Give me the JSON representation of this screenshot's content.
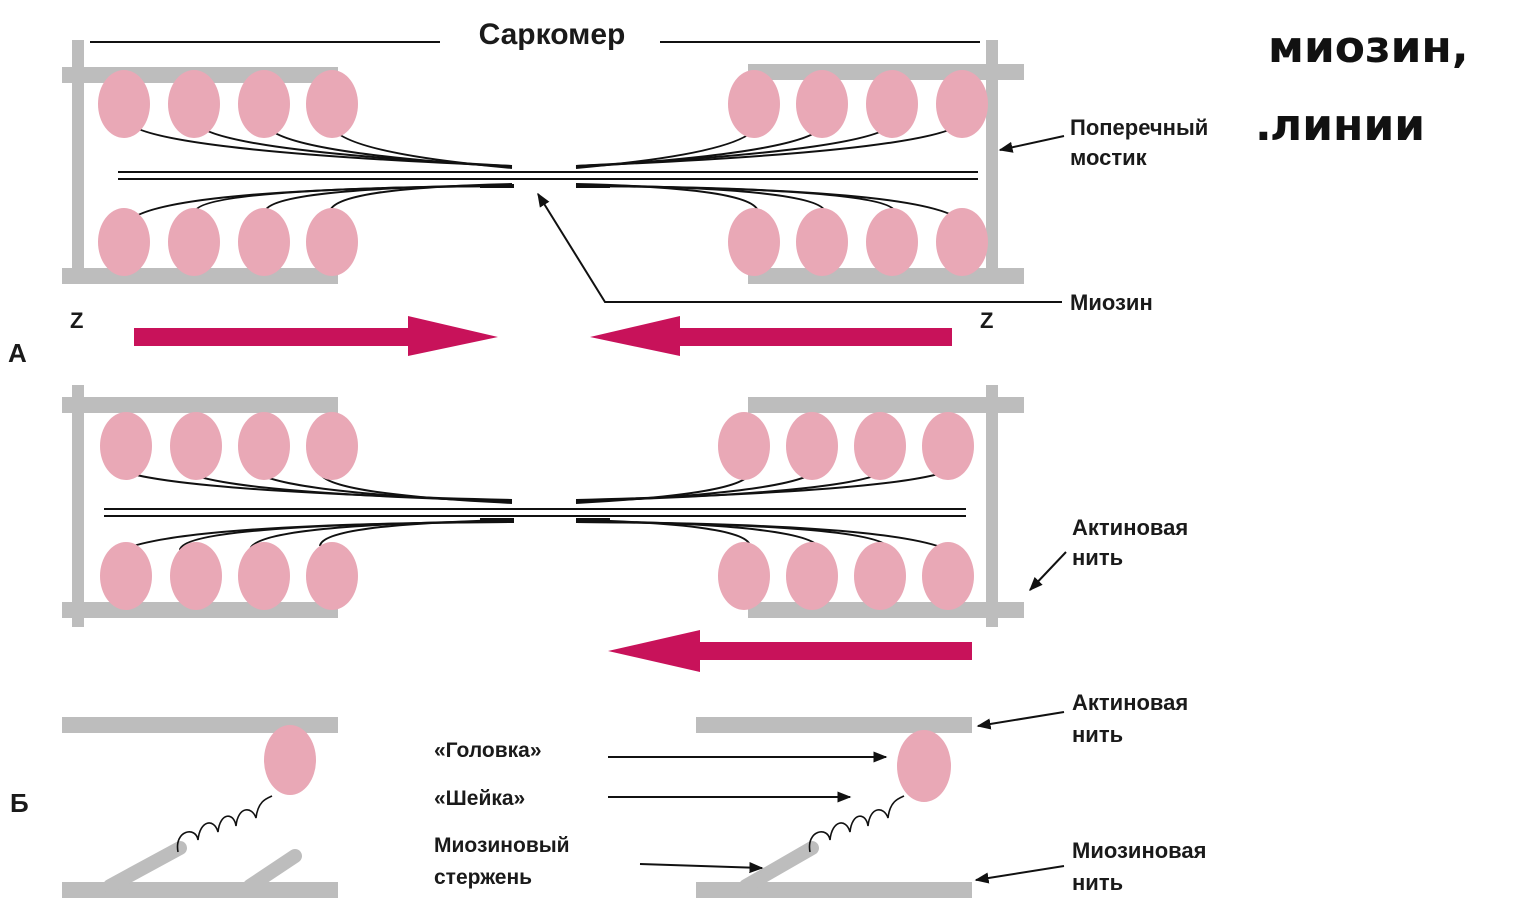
{
  "overlay_text": {
    "line1": "миозин,",
    "line2": "линии"
  },
  "labels": {
    "sarcomere": "Саркомер",
    "cross_bridge_line1": "Поперечный",
    "cross_bridge_line2": "мостик",
    "myosin": "Миозин",
    "z_left": "Z",
    "z_right": "Z",
    "panel_a": "А",
    "actin_line1": "Актиновая",
    "actin_line2": "нить",
    "actin_b_line1": "Актиновая",
    "actin_b_line2": "нить",
    "head": "«Головка»",
    "neck": "«Шейка»",
    "rod_line1": "Миозиновый",
    "rod_line2": "стержень",
    "myosin_filament_line1": "Миозиновая",
    "myosin_filament_line2": "нить",
    "panel_b": "Б"
  },
  "colors": {
    "head_fill": "#e9a8b6",
    "head_stroke": "#c98a98",
    "filament_gray": "#bdbdbd",
    "arrow": "#c8125a",
    "line": "#111111",
    "text": "#1a1a1a"
  }
}
